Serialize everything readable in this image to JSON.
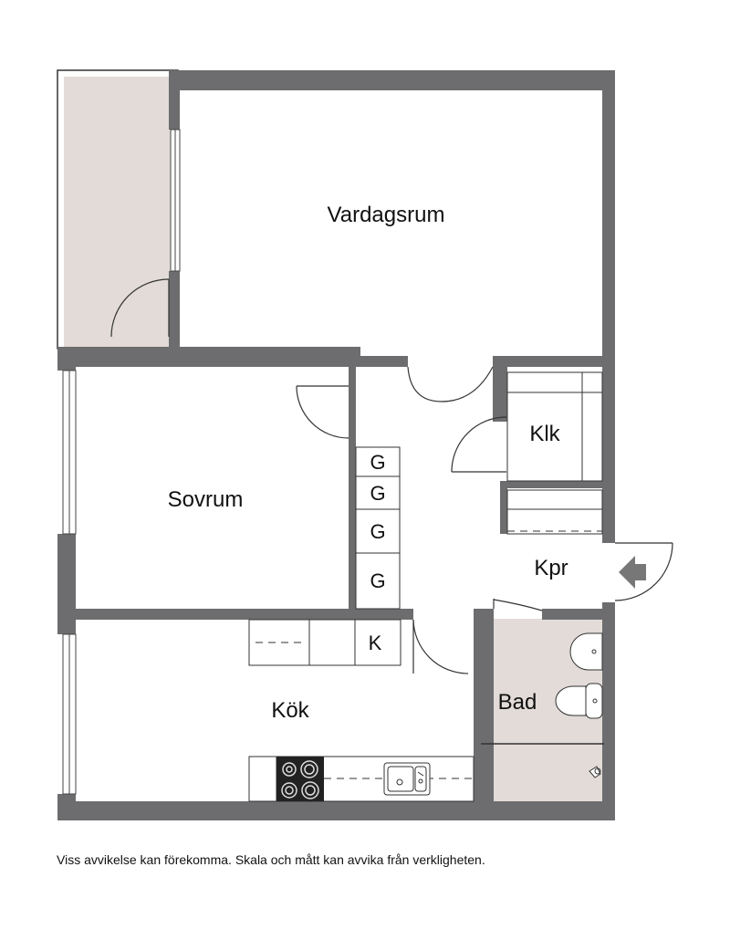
{
  "rooms": {
    "vardagsrum": "Vardagsrum",
    "sovrum": "Sovrum",
    "kok": "Kök",
    "klk": "Klk",
    "kpr": "Kpr",
    "bad": "Bad"
  },
  "appliances": {
    "wardrobe_1": "G",
    "wardrobe_2": "G",
    "wardrobe_3": "G",
    "wardrobe_4": "G",
    "fridge": "K"
  },
  "disclaimer": "Viss avvikelse kan förekomma. Skala och mått kan avvika från verkligheten.",
  "colors": {
    "wall": "#6d6d6f",
    "balcony_fill": "#e2dbd7",
    "bathroom_fill": "#e2dbd7",
    "floor": "#ffffff",
    "entrance_arrow": "#777777"
  }
}
